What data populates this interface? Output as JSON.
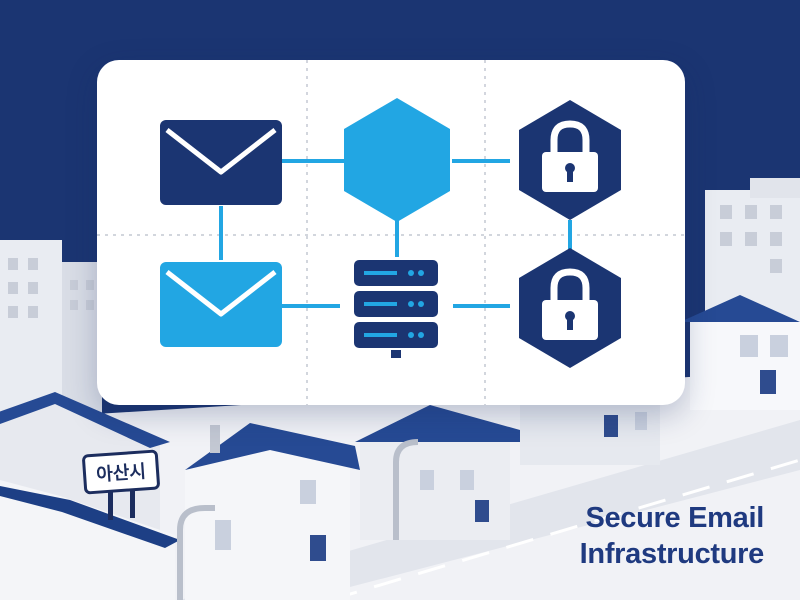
{
  "caption": {
    "line1": "Secure Email",
    "line2": "Infrastructure"
  },
  "city_sign": "아산시",
  "colors": {
    "navy": "#1b3572",
    "sky_blue": "#22a6e3",
    "card": "#ffffff",
    "caption": "#1f3a80"
  },
  "icons": [
    "envelope-icon",
    "envelope-icon",
    "hexagon-icon",
    "server-icon",
    "lock-icon",
    "lock-icon"
  ]
}
